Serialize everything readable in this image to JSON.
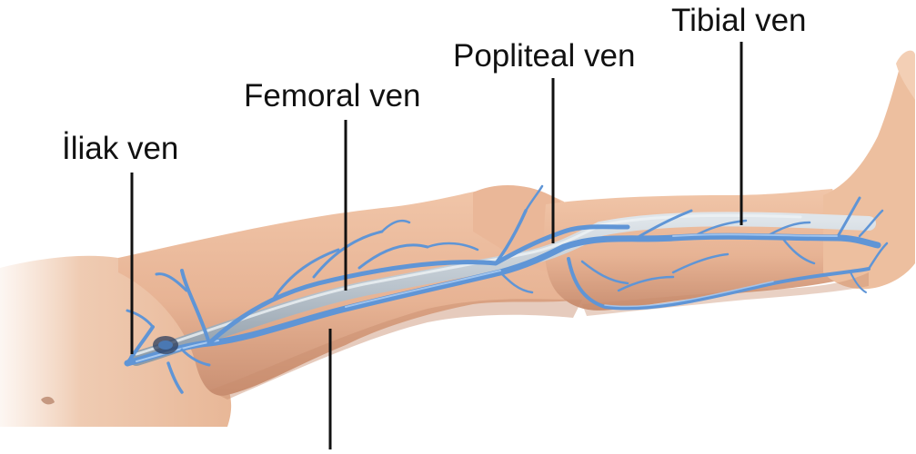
{
  "labels": {
    "iliac": "İliak ven",
    "femoral": "Femoral ven",
    "popliteal": "Popliteal ven",
    "tibial": "Tibial ven"
  },
  "colors": {
    "background": "#ffffff",
    "skin": "#e9b99a",
    "skin_shadow": "#c98f72",
    "vein": "#5f95d6",
    "vein_highlight": "#a8c9ef",
    "artery_grey": "#b9c3cc",
    "leader_line": "#111111"
  }
}
